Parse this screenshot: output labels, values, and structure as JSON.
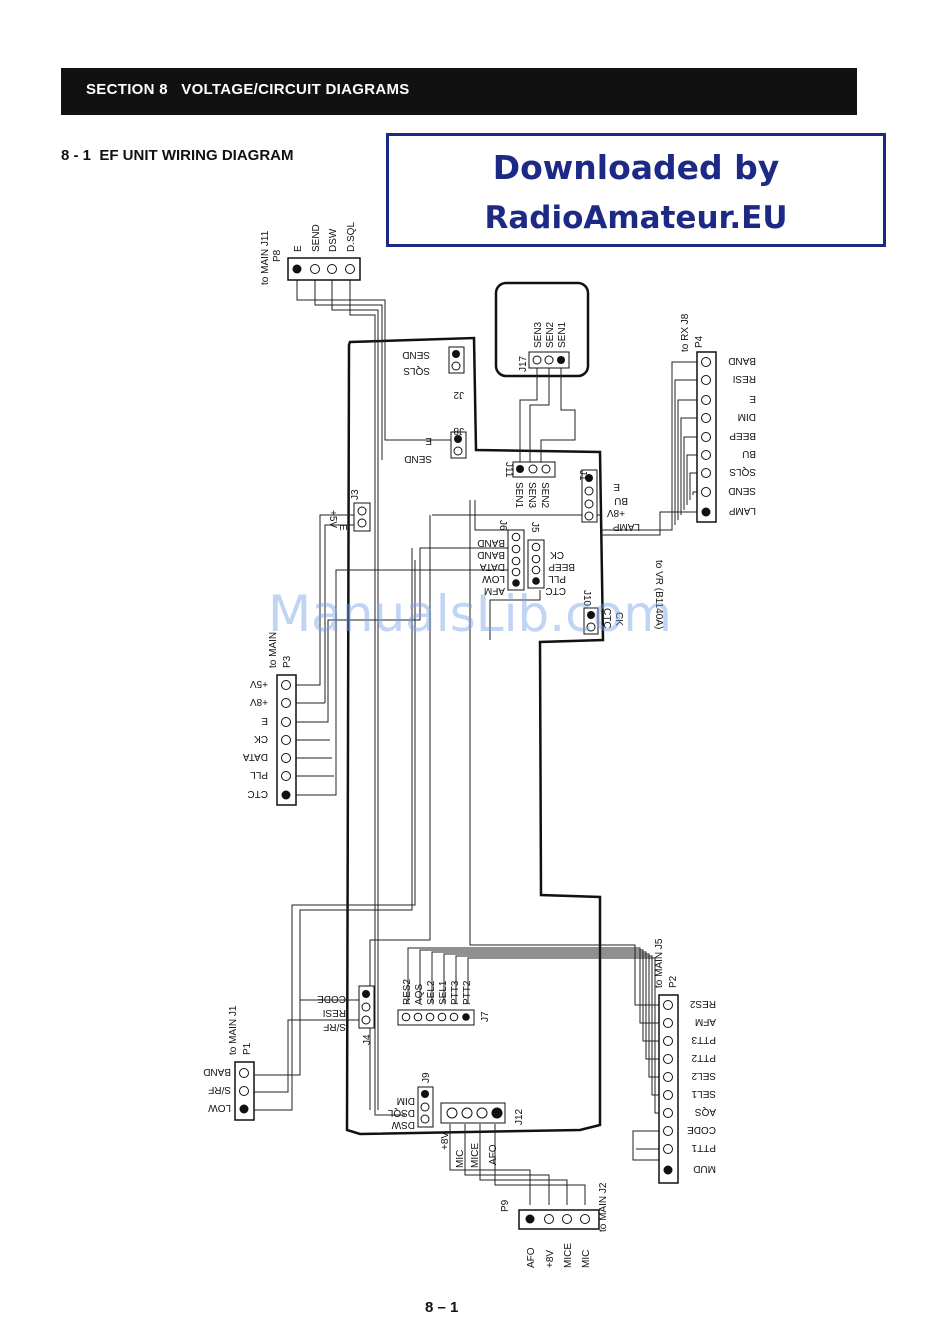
{
  "header": {
    "title": "SECTION 8   VOLTAGE/CIRCUIT DIAGRAMS"
  },
  "subtitle": "8 - 1  EF UNIT WIRING DIAGRAM",
  "watermark": {
    "line1": "Downloaded by",
    "line2": "RadioAmateur.EU"
  },
  "overlay_watermark": "ManualsLib.com",
  "page_number": "8 – 1",
  "connectors": {
    "P8": {
      "name": "P8",
      "dest": "to MAIN J11",
      "pins": [
        "E",
        "SEND",
        "DSW",
        "D.SQL"
      ]
    },
    "P4": {
      "name": "P4",
      "dest": "to RX J8",
      "pins": [
        "BAND",
        "RESI",
        "E",
        "DIM",
        "BEEP",
        "BU",
        "SQLS",
        "SEND",
        "LAMP"
      ]
    },
    "P3": {
      "name": "P3",
      "dest": "to MAIN",
      "pins": [
        "+5V",
        "+8V",
        "E",
        "CK",
        "DATA",
        "PLL",
        "CTC"
      ]
    },
    "P1": {
      "name": "P1",
      "dest": "to MAIN J1",
      "pins": [
        "BAND",
        "S/RF",
        "LOW"
      ]
    },
    "P2": {
      "name": "P2",
      "dest": "to MAIN J5",
      "pins": [
        "RES2",
        "AFM",
        "PTT3",
        "PTT2",
        "SEL2",
        "SEL1",
        "AQS",
        "CODE",
        "PTT1",
        "MUD"
      ]
    },
    "P9": {
      "name": "P9",
      "dest": "to MAIN J2",
      "pins": [
        "AFO",
        "+8V",
        "MICE",
        "MIC"
      ]
    }
  },
  "jacks": {
    "J17": {
      "name": "J17",
      "pins": [
        "SEN3",
        "SEN2",
        "SEN1"
      ]
    },
    "J2": {
      "name": "J2",
      "pins": [
        "SEND",
        "SQLS"
      ]
    },
    "J8": {
      "name": "J8",
      "pins": [
        "E",
        "SEND"
      ]
    },
    "J11": {
      "name": "J11",
      "pins": [
        "SEN1",
        "SEN3",
        "SEN2"
      ]
    },
    "J1": {
      "name": "J1",
      "pins": [
        "E",
        "BU",
        "+8V",
        "LAMP"
      ]
    },
    "J3": {
      "name": "J3",
      "pins": [
        "+5V",
        "E"
      ]
    },
    "J6": {
      "name": "J6",
      "pins": [
        "BAND",
        "BAND",
        "DATA",
        "LOW",
        "AFM"
      ]
    },
    "J5": {
      "name": "J5",
      "pins": [
        "CK",
        "BEEP",
        "PLL",
        "CTC"
      ]
    },
    "J10": {
      "name": "J10",
      "pins": [
        "CTC",
        "CK"
      ],
      "dest": "to VR (B1140A)"
    },
    "J4": {
      "name": "J4",
      "pins": [
        "CODE",
        "RESI",
        "S/RF"
      ]
    },
    "J7": {
      "name": "J7",
      "pins": [
        "RES2",
        "AQS",
        "SEL2",
        "SEL1",
        "PTT3",
        "PTT2"
      ]
    },
    "J9": {
      "name": "J9",
      "pins": [
        "DIM",
        "DSQL",
        "DSW"
      ]
    },
    "J12": {
      "name": "J12",
      "pins": [
        "+8V",
        "MIC",
        "MICE",
        "AFO"
      ]
    }
  }
}
